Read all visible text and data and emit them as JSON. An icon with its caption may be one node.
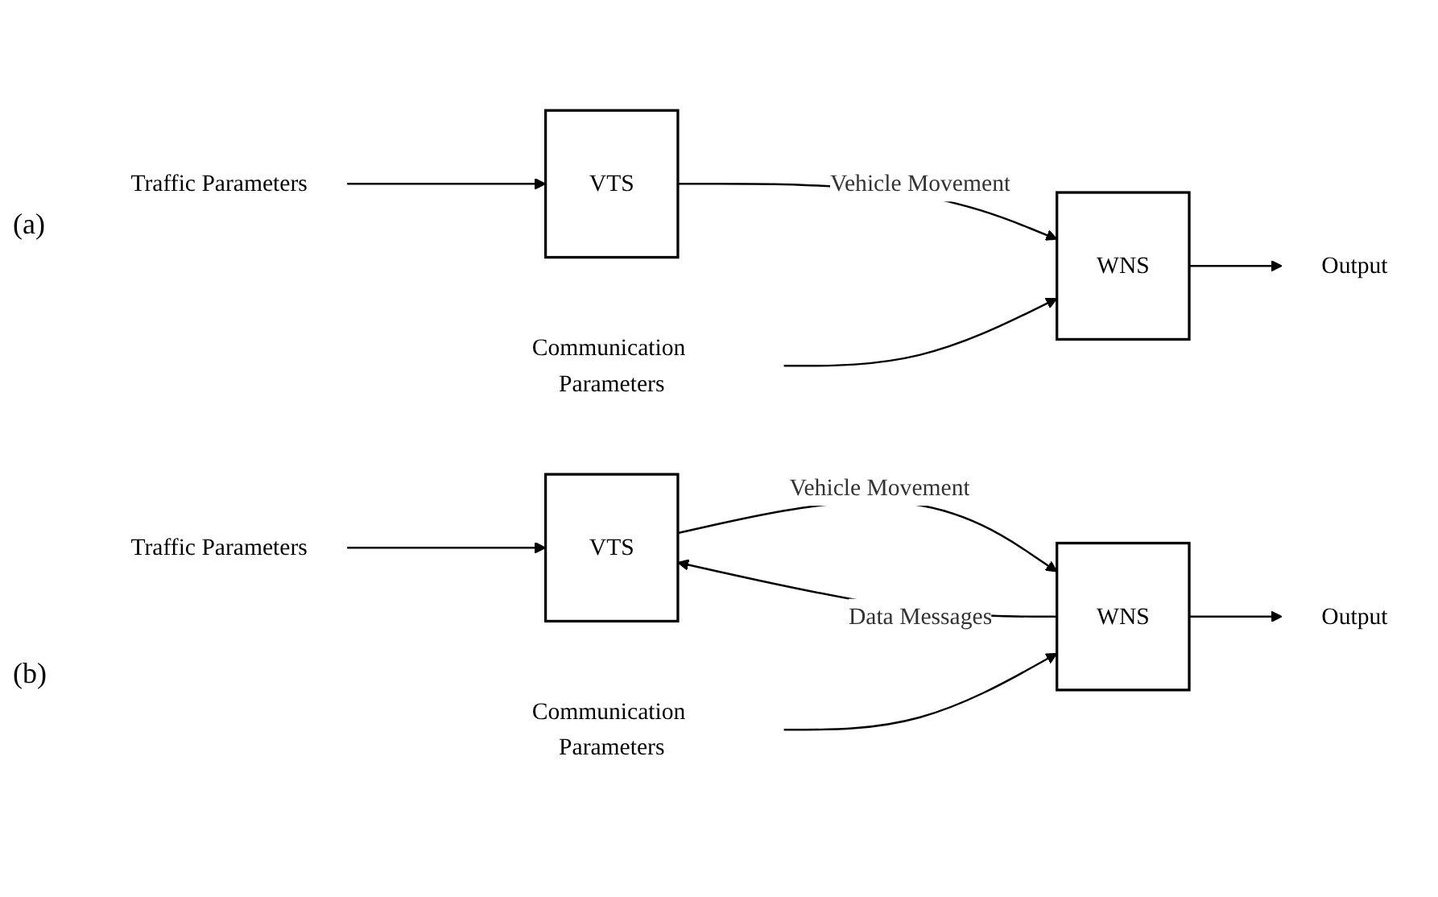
{
  "diagram": {
    "nodes": [
      {
        "text": [
          "Traffic Parameters"
        ]
      },
      {
        "text": [
          "VTS"
        ]
      },
      {
        "text": [
          "WNS"
        ]
      },
      {
        "text": [
          "Output"
        ]
      },
      {
        "text": [
          "Communication Parameters"
        ]
      },
      {
        "text": [
          "Traffic Parameters"
        ]
      },
      {
        "text": [
          "VTS"
        ]
      },
      {
        "text": [
          "WNS"
        ]
      },
      {
        "text": [
          "Output"
        ]
      },
      {
        "text": [
          "Communication Parameters"
        ]
      }
    ],
    "edges": [
      {
        "from": 0,
        "to": 1,
        "arrow": "to"
      },
      {
        "from": 1,
        "to": 2,
        "arrow": "to",
        "label": "Vehicle Movement"
      },
      {
        "from": 2,
        "to": 3,
        "arrow": "to"
      },
      {
        "from": 4,
        "to": 2,
        "arrow": "to"
      },
      {
        "from": 5,
        "to": 6,
        "arrow": "to"
      },
      {
        "from": 6,
        "to": 7,
        "arrow": "to",
        "label": "Vehicle Movement"
      },
      {
        "from": 7,
        "to": 6,
        "arrow": "to",
        "label": "Data Messages"
      },
      {
        "from": 7,
        "to": 8,
        "arrow": "to"
      },
      {
        "from": 9,
        "to": 7,
        "arrow": "to"
      }
    ],
    "labels": [
      "(a)",
      "(b)"
    ]
  }
}
